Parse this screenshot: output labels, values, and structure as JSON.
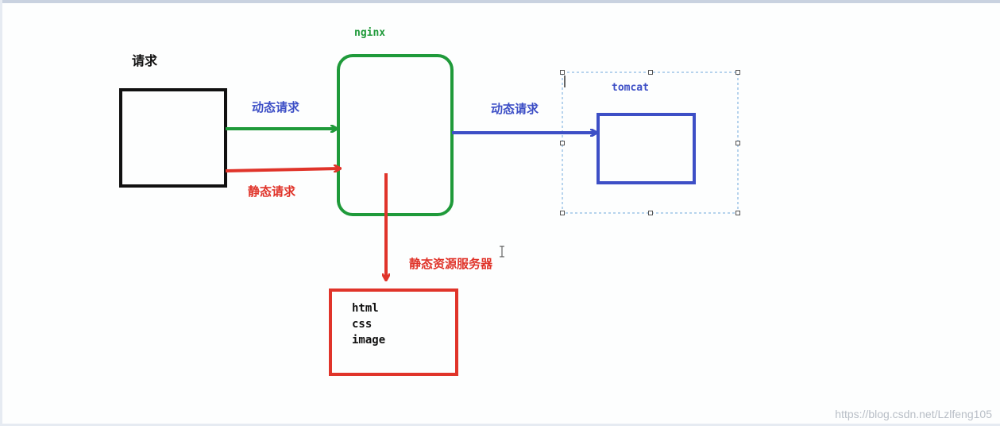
{
  "labels": {
    "request": "请求",
    "nginx": "nginx",
    "tomcat": "tomcat",
    "dynamic_request_left": "动态请求",
    "dynamic_request_right": "动态请求",
    "static_request": "静态请求",
    "static_resource_server": "静态资源服务器"
  },
  "static_files": [
    "html",
    "css",
    "image"
  ],
  "watermark": "https://blog.csdn.net/Lzlfeng105",
  "colors": {
    "nginx": "#1f9a3a",
    "dynamic": "#3d4fc6",
    "static": "#e0342a",
    "client": "#111111",
    "selection": "#6fa8dc"
  }
}
